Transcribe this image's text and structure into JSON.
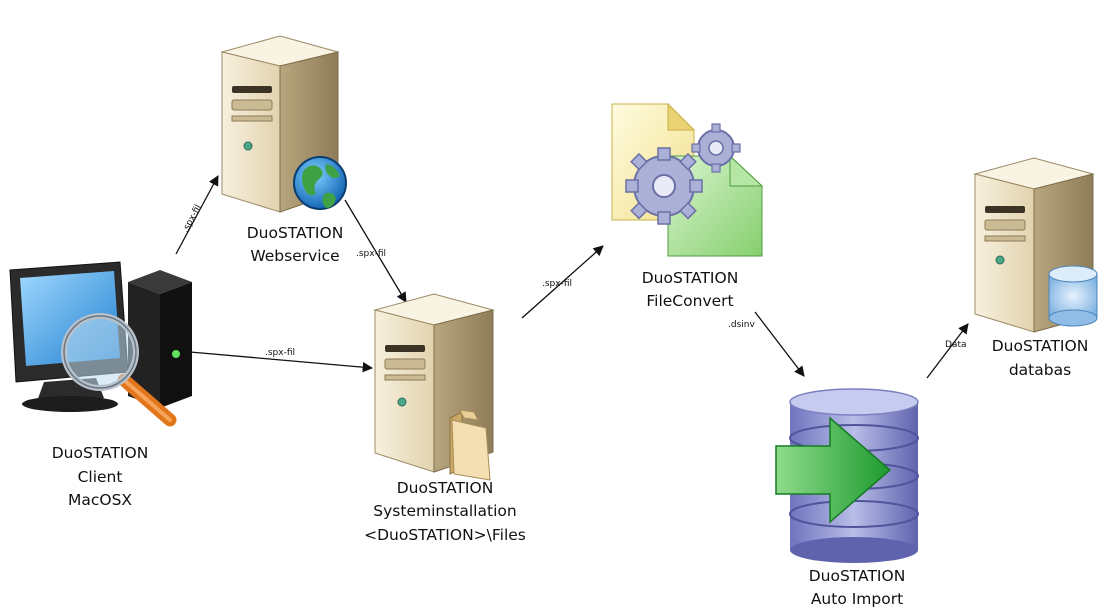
{
  "nodes": {
    "webservice": {
      "lines": [
        "DuoSTATION",
        "Webservice"
      ],
      "icon": "server-globe-icon"
    },
    "client": {
      "lines": [
        "DuoSTATION",
        "Client",
        "MacOSX"
      ],
      "icon": "desktop-computer-magnifier-icon"
    },
    "systeminstallation": {
      "lines": [
        "DuoSTATION",
        "Systeminstallation",
        "<DuoSTATION>\\Files"
      ],
      "icon": "server-folder-icon"
    },
    "fileconvert": {
      "lines": [
        "DuoSTATION",
        "FileConvert"
      ],
      "icon": "file-gears-icon"
    },
    "autoimport": {
      "lines": [
        "DuoSTATION",
        "Auto Import"
      ],
      "icon": "database-arrow-icon"
    },
    "databas": {
      "lines": [
        "DuoSTATION",
        "databas"
      ],
      "icon": "server-database-icon"
    }
  },
  "edges": [
    {
      "from": "client",
      "to": "webservice",
      "label": ".spx-fil"
    },
    {
      "from": "webservice",
      "to": "systeminstallation",
      "label": ".spx-fil"
    },
    {
      "from": "client",
      "to": "systeminstallation",
      "label": ".spx-fil"
    },
    {
      "from": "systeminstallation",
      "to": "fileconvert",
      "label": ".spx-fil"
    },
    {
      "from": "fileconvert",
      "to": "autoimport",
      "label": ".dsinv"
    },
    {
      "from": "autoimport",
      "to": "databas",
      "label": "Data"
    }
  ],
  "colors": {
    "server_body": "#eee3c9",
    "server_shade": "#c9b893",
    "monitor_screen": "#3fa3e6",
    "db_cylinder": "#8a8fd0",
    "arrow_green": "#3cb84a",
    "gear": "#9aa0c8",
    "line": "#111111"
  }
}
